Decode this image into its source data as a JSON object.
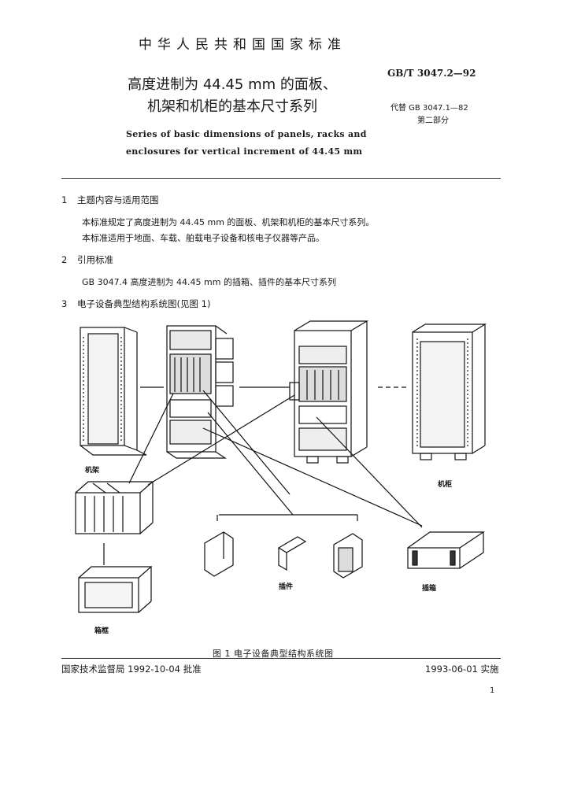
{
  "header": {
    "standard_title": "中华人民共和国国家标准",
    "title_cn_line1": "高度进制为 44.45 mm 的面板、",
    "title_cn_line2": "机架和机柜的基本尺寸系列",
    "title_en_line1": "Series of basic dimensions of panels, racks and",
    "title_en_line2": "enclosures for vertical increment of 44.45 mm",
    "code": "GB/T  3047.2—92",
    "replaces": "代替 GB 3047.1—82",
    "part": "第二部分"
  },
  "sections": [
    {
      "number": "1",
      "title": "主题内容与适用范围",
      "paragraphs": [
        "本标准规定了高度进制为 44.45 mm 的面板、机架和机柜的基本尺寸系列。",
        "本标准适用于地面、车载、舶载电子设备和核电子仪器等产品。"
      ]
    },
    {
      "number": "2",
      "title": "引用标准",
      "paragraphs": [
        "GB 3047.4   高度进制为 44.45 mm 的插箱、插件的基本尺寸系列"
      ]
    },
    {
      "number": "3",
      "title": "电子设备典型结构系统图(见图 1)",
      "paragraphs": []
    }
  ],
  "figure": {
    "labels": {
      "rack": "机架",
      "cabinet": "机柜",
      "plugin": "插件",
      "subrack": "插箱",
      "chassis": "箱框"
    },
    "caption": "图 1   电子设备典型结构系统图"
  },
  "footer": {
    "issued": "国家技术监督局 1992-10-04 批准",
    "effective": "1993-06-01 实施",
    "page": "1"
  }
}
